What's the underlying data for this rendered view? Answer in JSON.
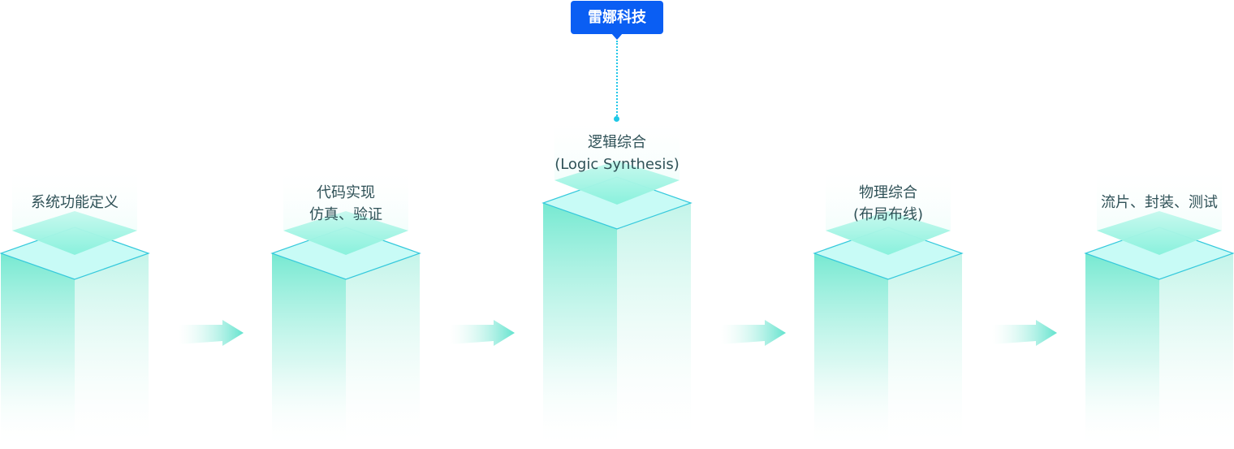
{
  "badge": {
    "text": "雷娜科技"
  },
  "stages": [
    {
      "lines": [
        "系统功能定义"
      ]
    },
    {
      "lines": [
        "代码实现",
        "仿真、验证"
      ]
    },
    {
      "lines": [
        "逻辑综合",
        "(Logic Synthesis)"
      ]
    },
    {
      "lines": [
        "物理综合",
        "(布局布线)"
      ]
    },
    {
      "lines": [
        "流片、封装、测试"
      ]
    }
  ],
  "colors": {
    "accent": "#0a5ef3",
    "text": "#2f5157",
    "pillar_top": "#c8fbf6",
    "pillar_edge": "#35c9dc",
    "arrow": "#5fe4cc"
  }
}
